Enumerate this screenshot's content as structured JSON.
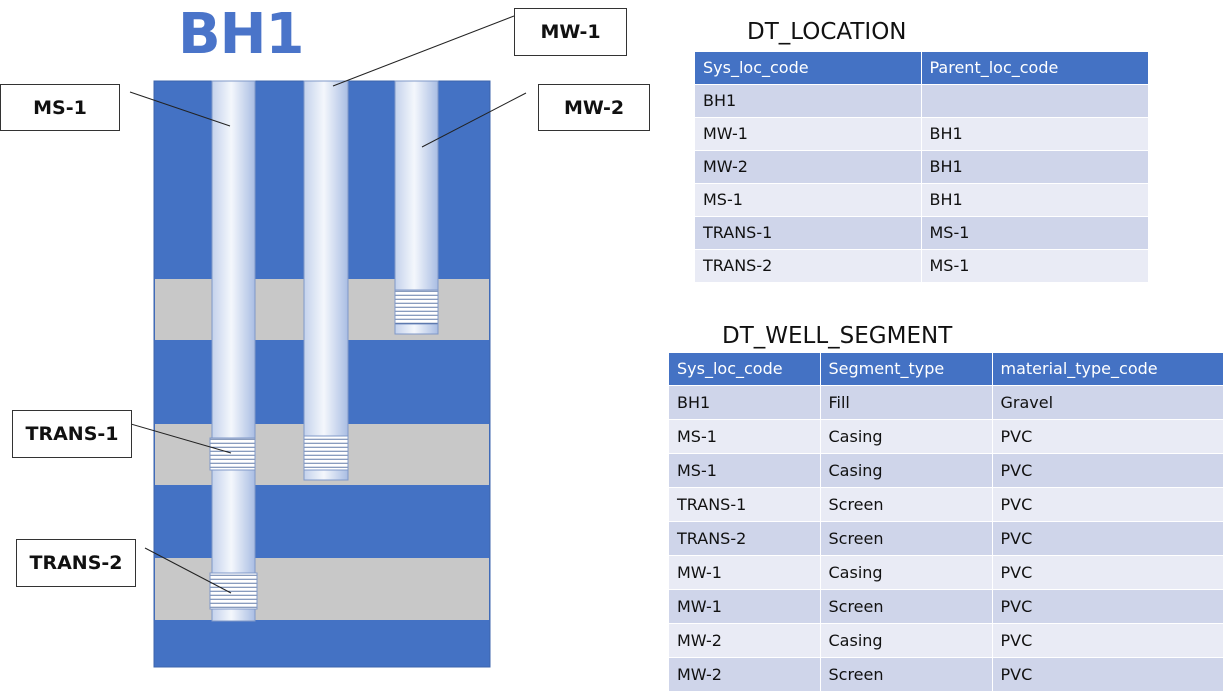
{
  "diagram": {
    "title": "BH1",
    "callouts": {
      "ms1": "MS-1",
      "mw1": "MW-1",
      "mw2": "MW-2",
      "trans1": "TRANS-1",
      "trans2": "TRANS-2"
    },
    "colors": {
      "formation": "#4472c4",
      "gravel_layer": "#c8c8c8",
      "casing": "#dfe7f6",
      "title": "#4a74c9"
    }
  },
  "dt_location": {
    "title": "DT_LOCATION",
    "columns": [
      "Sys_loc_code",
      "Parent_loc_code"
    ],
    "rows": [
      [
        "BH1",
        ""
      ],
      [
        "MW-1",
        "BH1"
      ],
      [
        "MW-2",
        "BH1"
      ],
      [
        "MS-1",
        "BH1"
      ],
      [
        "TRANS-1",
        "MS-1"
      ],
      [
        "TRANS-2",
        "MS-1"
      ]
    ]
  },
  "dt_well_segment": {
    "title": "DT_WELL_SEGMENT",
    "columns": [
      "Sys_loc_code",
      "Segment_type",
      "material_type_code"
    ],
    "rows": [
      [
        "BH1",
        "Fill",
        "Gravel"
      ],
      [
        "MS-1",
        "Casing",
        "PVC"
      ],
      [
        "MS-1",
        "Casing",
        "PVC"
      ],
      [
        "TRANS-1",
        "Screen",
        "PVC"
      ],
      [
        "TRANS-2",
        "Screen",
        "PVC"
      ],
      [
        "MW-1",
        "Casing",
        "PVC"
      ],
      [
        "MW-1",
        "Screen",
        "PVC"
      ],
      [
        "MW-2",
        "Casing",
        "PVC"
      ],
      [
        "MW-2",
        "Screen",
        "PVC"
      ]
    ]
  }
}
